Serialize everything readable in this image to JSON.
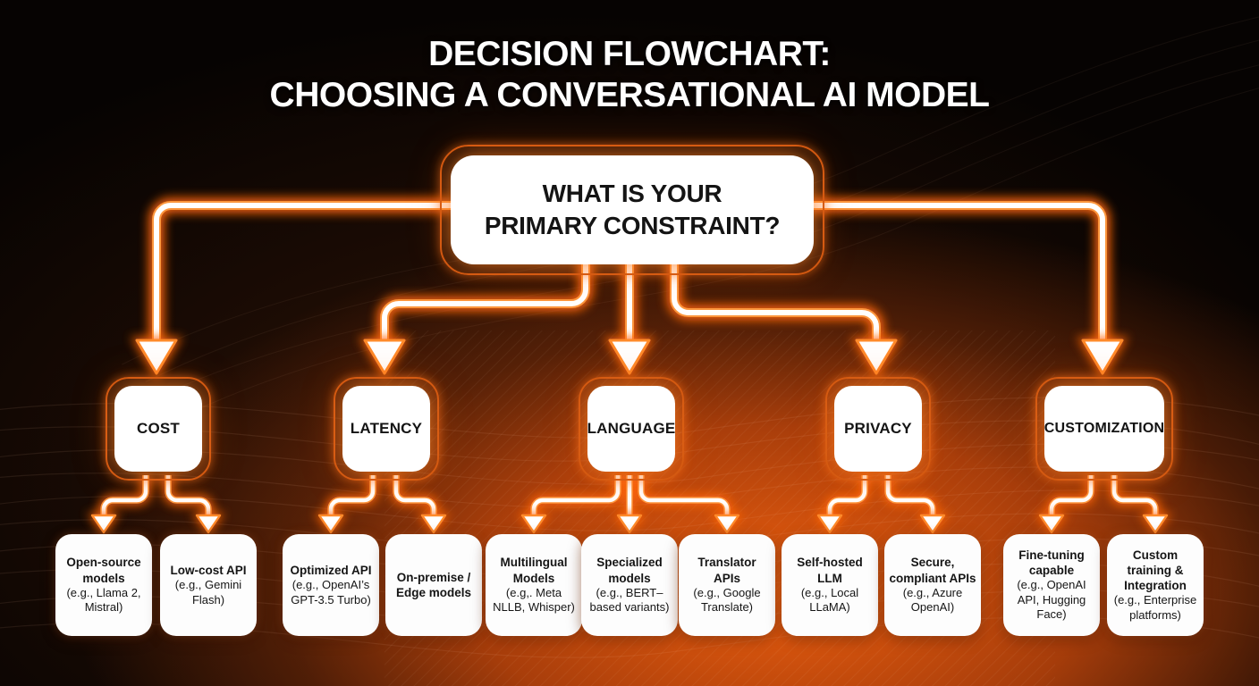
{
  "title": {
    "line1": "DECISION FLOWCHART:",
    "line2": "CHOOSING A CONVERSATIONAL AI MODEL"
  },
  "root": {
    "line1": "WHAT IS YOUR",
    "line2": "PRIMARY CONSTRAINT?"
  },
  "branches": [
    {
      "label": "COST",
      "children": [
        {
          "title": "Open-source models",
          "subtitle": "(e.g., Llama 2, Mistral)"
        },
        {
          "title": "Low-cost API",
          "subtitle": "(e.g., Gemini Flash)"
        }
      ]
    },
    {
      "label": "LATENCY",
      "children": [
        {
          "title": "Optimized API",
          "subtitle": "(e.g., OpenAI’s GPT-3.5 Turbo)"
        },
        {
          "title": "On-premise / Edge models",
          "subtitle": ""
        }
      ]
    },
    {
      "label": "LANGUAGE",
      "children": [
        {
          "title": "Multilingual Models",
          "subtitle": "(e.g,. Meta NLLB, Whisper)"
        },
        {
          "title": "Specialized models",
          "subtitle": "(e.g., BERT–based variants)"
        },
        {
          "title": "Translator APIs",
          "subtitle": "(e.g., Google Translate)"
        }
      ]
    },
    {
      "label": "PRIVACY",
      "children": [
        {
          "title": "Self-hosted LLM",
          "subtitle": "(e.g., Local LLaMA)"
        },
        {
          "title": "Secure, compliant APIs",
          "subtitle": "(e.g., Azure OpenAI)"
        }
      ]
    },
    {
      "label": "CUSTOMIZATION",
      "children": [
        {
          "title": "Fine-tuning capable",
          "subtitle": "(e.g., OpenAI API, Hugging Face)"
        },
        {
          "title": "Custom training & Integration",
          "subtitle": "(e.g., Enterprise platforms)"
        }
      ]
    }
  ],
  "colors": {
    "accent_orange": "#ff6a08",
    "wire_core": "#ffffff",
    "node_background": "#ffffff",
    "node_text": "#141414",
    "background_dark": "#060302",
    "background_glow": "#ee5f0f"
  }
}
